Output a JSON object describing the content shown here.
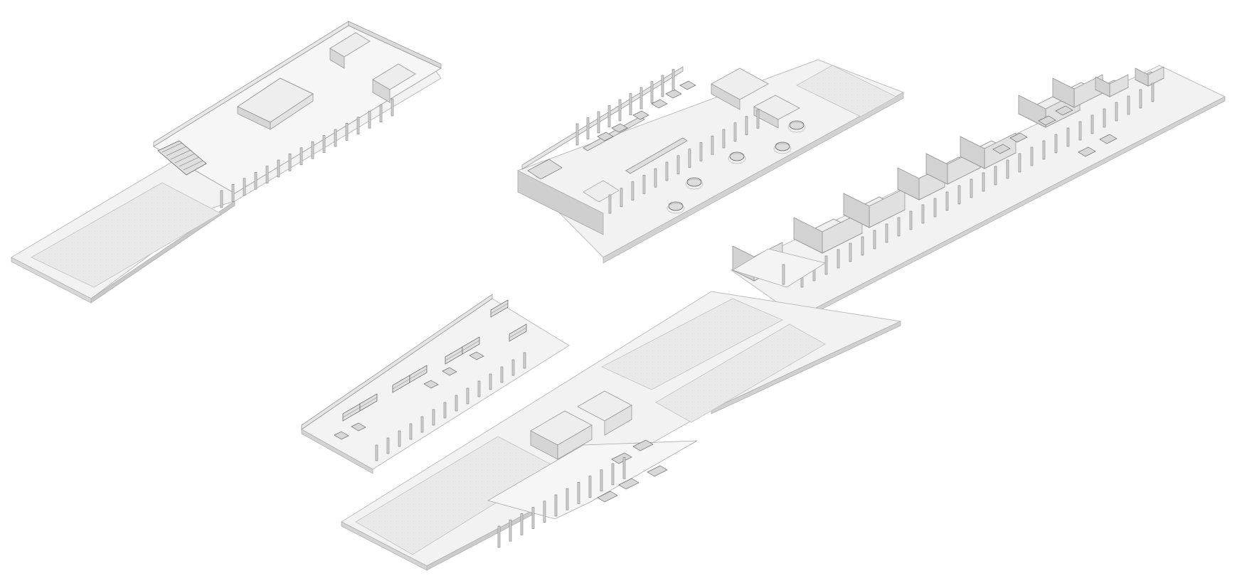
{
  "diagram": {
    "kind": "isometric exploded floor plan",
    "colors": {
      "background": "#ffffff",
      "slab_top": "#f3f2f2",
      "slab_edge_light": "#e4e3e3",
      "slab_edge_dark": "#cfcecf",
      "terrace": "#e9e8e8",
      "wall_top": "#fbfbfb",
      "wall_side": "#dedddd",
      "wall_shadow": "#bdbcbc",
      "line": "#8f8e8e",
      "line_dark": "#5f5e5e",
      "furniture": "#d7d6d6"
    },
    "levels": [
      {
        "id": "level-upper-left",
        "role": "floor-plate"
      },
      {
        "id": "level-upper-middle",
        "role": "floor-plate"
      },
      {
        "id": "level-middle-right",
        "role": "floor-plate"
      },
      {
        "id": "level-lower-left",
        "role": "floor-plate"
      },
      {
        "id": "level-lower-center",
        "role": "floor-plate"
      }
    ]
  }
}
